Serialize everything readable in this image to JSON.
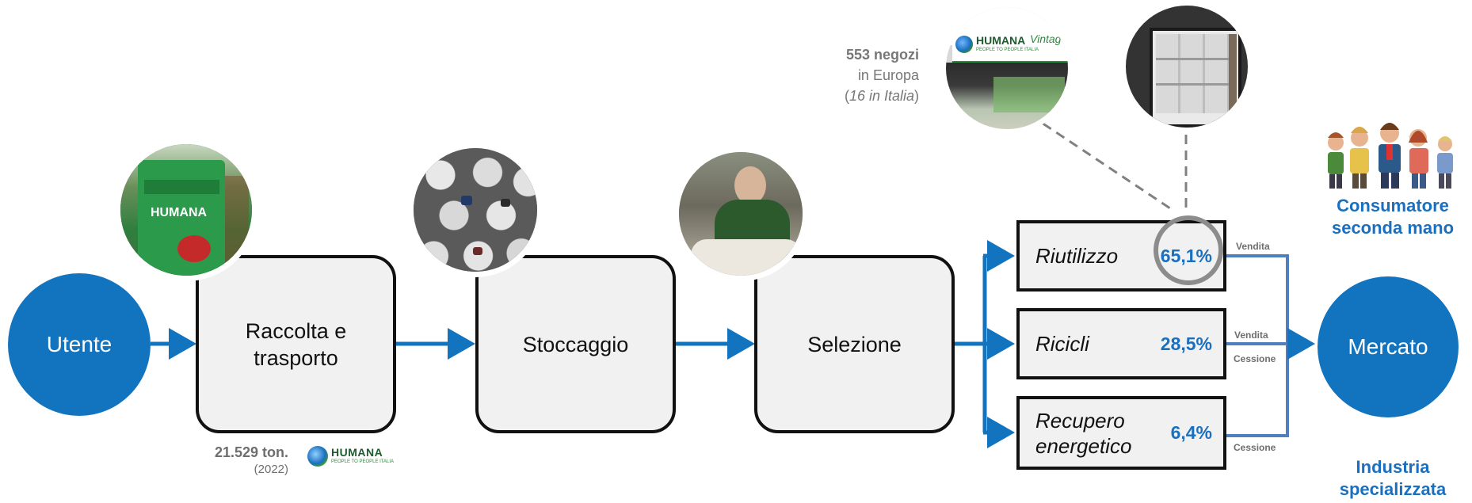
{
  "start": {
    "label": "Utente"
  },
  "end": {
    "label": "Mercato"
  },
  "stages": [
    {
      "label": "Raccolta e trasporto"
    },
    {
      "label": "Stoccaggio"
    },
    {
      "label": "Selezione"
    }
  ],
  "outcomes": [
    {
      "label": "Riutilizzo",
      "percent": "65,1%"
    },
    {
      "label": "Ricicli",
      "percent": "28,5%"
    },
    {
      "label": "Recupero energetico",
      "percent": "6,4%"
    }
  ],
  "flow_labels": {
    "vendita_1": "Vendita",
    "vendita_2": "Vendita",
    "cessione_1": "Cessione",
    "cessione_2": "Cessione"
  },
  "collection_note": {
    "amount": "21.529 ton.",
    "year": "(2022)"
  },
  "shops_note": {
    "count": "553 negozi",
    "region": "in Europa",
    "italy_open": "(",
    "italy": "16 in Italia",
    "italy_close": ")"
  },
  "logo": {
    "name": "HUMANA",
    "tagline": "PEOPLE TO PEOPLE ITALIA"
  },
  "shop_sign": {
    "brand": "HUMANA",
    "script": "Vintage",
    "tagline": "PEOPLE TO PEOPLE ITALIA"
  },
  "bin_text": "HUMANA",
  "targets": {
    "consumer": "Consumatore seconda mano",
    "industry": "Industria specializzata"
  },
  "colors": {
    "blue": "#1274bf",
    "text_blue": "#1a6fbe",
    "box_fill": "#f1f1f1",
    "line_blue": "#4f7fbf"
  },
  "icons": [
    "people-group-icon",
    "humana-globe-logo-icon"
  ]
}
